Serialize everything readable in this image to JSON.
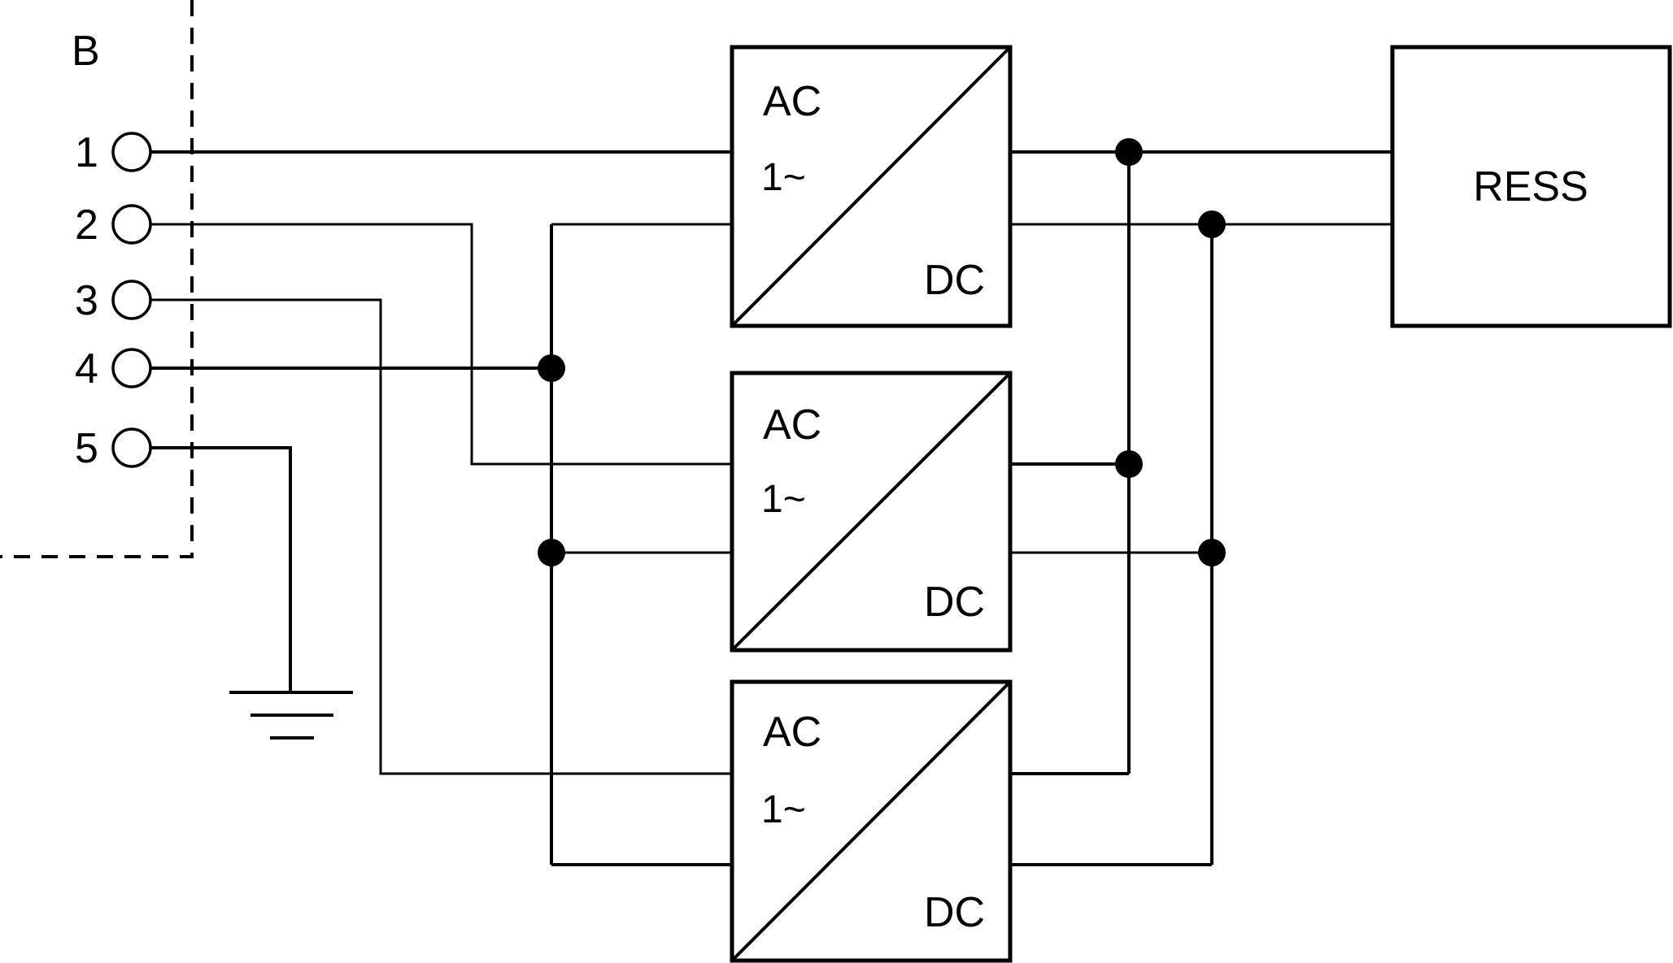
{
  "boundary_label": "B",
  "terminals": [
    "1",
    "2",
    "3",
    "4",
    "5"
  ],
  "converters": [
    {
      "input": "AC",
      "phase": "1~",
      "output": "DC"
    },
    {
      "input": "AC",
      "phase": "1~",
      "output": "DC"
    },
    {
      "input": "AC",
      "phase": "1~",
      "output": "DC"
    }
  ],
  "storage": {
    "label": "RESS"
  }
}
